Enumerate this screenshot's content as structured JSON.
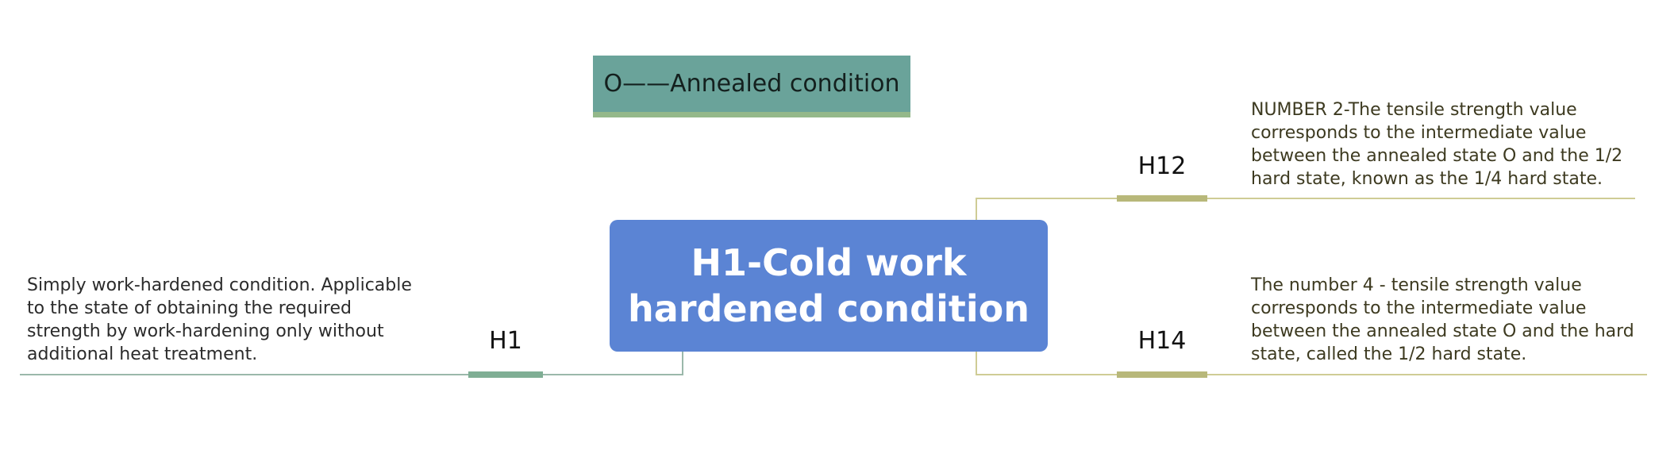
{
  "center_topic": "H1-Cold work hardened condition",
  "floating_topic": "O——Annealed condition",
  "branches": {
    "h1": {
      "label": "H1",
      "description": "Simply work-hardened condition. Applicable\nto the state of obtaining the required\nstrength by work-hardening only without\nadditional heat treatment."
    },
    "h12": {
      "label": "H12",
      "description": "NUMBER 2-The tensile strength value\ncorresponds to the intermediate value\nbetween the annealed state O and the 1/2\nhard state, known as the 1/4 hard state."
    },
    "h14": {
      "label": "H14",
      "description": " The number 4 - tensile strength value\ncorresponds to the intermediate value\nbetween the annealed state O and the hard\nstate, called the 1/2 hard state."
    }
  },
  "colors": {
    "center_fill": "#5b84d4",
    "floating_fill": "#6aa39a",
    "left_branch": "#7fae94",
    "right_branch": "#b8b87a",
    "right_text": "#3d3a20",
    "left_text": "#2b2b2b"
  }
}
